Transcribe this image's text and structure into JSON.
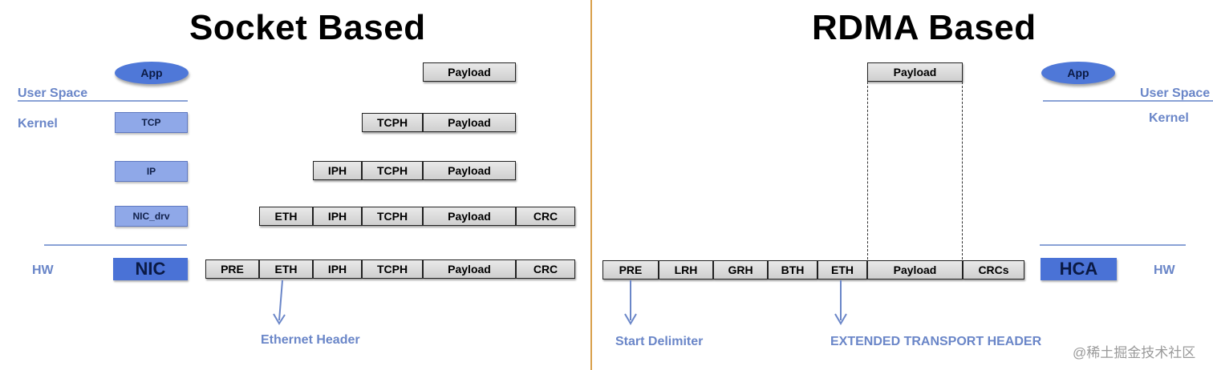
{
  "left": {
    "title": "Socket Based",
    "labels": {
      "user_space": "User Space",
      "kernel": "Kernel",
      "hw": "HW"
    },
    "stack": {
      "app": "App",
      "tcp": "TCP",
      "ip": "IP",
      "nic_drv": "NIC_drv",
      "nic": "NIC"
    },
    "rows": {
      "r1": [
        "Payload"
      ],
      "r2": [
        "TCPH",
        "Payload"
      ],
      "r3": [
        "IPH",
        "TCPH",
        "Payload"
      ],
      "r4": [
        "ETH",
        "IPH",
        "TCPH",
        "Payload",
        "CRC"
      ],
      "r5": [
        "PRE",
        "ETH",
        "IPH",
        "TCPH",
        "Payload",
        "CRC"
      ]
    },
    "callout": "Ethernet Header"
  },
  "right": {
    "title": "RDMA Based",
    "labels": {
      "user_space": "User Space",
      "kernel": "Kernel",
      "hw": "HW"
    },
    "stack": {
      "app": "App",
      "hca": "HCA"
    },
    "rows": {
      "r1": [
        "Payload"
      ],
      "r5": [
        "PRE",
        "LRH",
        "GRH",
        "BTH",
        "ETH",
        "Payload",
        "CRCs"
      ]
    },
    "callouts": {
      "start": "Start Delimiter",
      "ext": "EXTENDED TRANSPORT HEADER"
    }
  },
  "watermark": "@稀土掘金技术社区",
  "colors": {
    "accent_blue": "#4a72d6",
    "label_blue": "#6a86c8",
    "divider": "#d9a04a"
  }
}
